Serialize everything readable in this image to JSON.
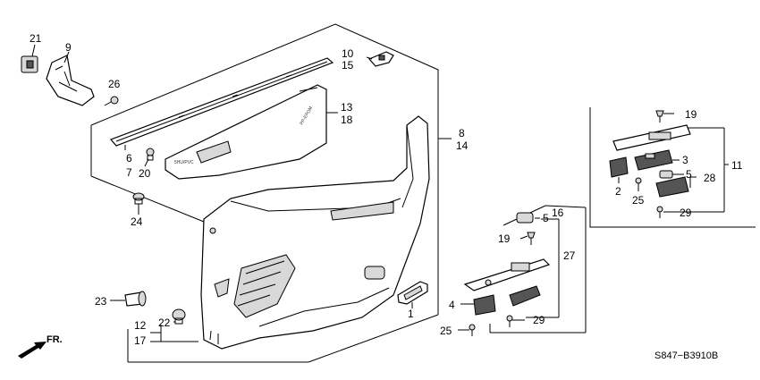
{
  "diagram_code": "S847−B3910B",
  "front_label": "FR.",
  "callouts": [
    {
      "id": "c21",
      "text": "21"
    },
    {
      "id": "c9",
      "text": "9"
    },
    {
      "id": "c26",
      "text": "26"
    },
    {
      "id": "c10",
      "text": "10"
    },
    {
      "id": "c15",
      "text": "15"
    },
    {
      "id": "c13",
      "text": "13"
    },
    {
      "id": "c18",
      "text": "18"
    },
    {
      "id": "c8",
      "text": "8"
    },
    {
      "id": "c14",
      "text": "14"
    },
    {
      "id": "c6",
      "text": "6"
    },
    {
      "id": "c7",
      "text": "7"
    },
    {
      "id": "c20",
      "text": "20"
    },
    {
      "id": "c24",
      "text": "24"
    },
    {
      "id": "c23",
      "text": "23"
    },
    {
      "id": "c22",
      "text": "22"
    },
    {
      "id": "c12",
      "text": "12"
    },
    {
      "id": "c17",
      "text": "17"
    },
    {
      "id": "c1",
      "text": "1"
    },
    {
      "id": "c16",
      "text": "16"
    },
    {
      "id": "c5a",
      "text": "5"
    },
    {
      "id": "c19a",
      "text": "19"
    },
    {
      "id": "c27",
      "text": "27"
    },
    {
      "id": "c4",
      "text": "4"
    },
    {
      "id": "c29a",
      "text": "29"
    },
    {
      "id": "c25a",
      "text": "25"
    },
    {
      "id": "c19b",
      "text": "19"
    },
    {
      "id": "c3",
      "text": "3"
    },
    {
      "id": "c5b",
      "text": "5"
    },
    {
      "id": "c28",
      "text": "28"
    },
    {
      "id": "c11",
      "text": "11"
    },
    {
      "id": "c2",
      "text": "2"
    },
    {
      "id": "c25b",
      "text": "25"
    },
    {
      "id": "c29b",
      "text": "29"
    }
  ]
}
